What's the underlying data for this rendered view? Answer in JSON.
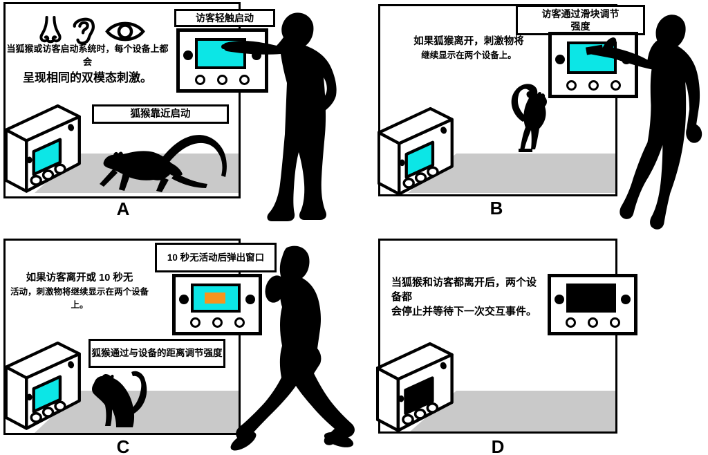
{
  "colors": {
    "screen_on": "#0CE6E6",
    "screen_off": "#000000",
    "popup_orange": "#F7941E",
    "floor_gray": "#C9C9C9",
    "outline": "#000000"
  },
  "panels": {
    "a": {
      "letter": "A",
      "icons": [
        "nose-icon",
        "ear-icon",
        "eye-icon"
      ],
      "caption": {
        "line1": "当狐猴或访客启动系统时，每个设备上都会",
        "line2": "呈现相同的双模态刺激。"
      },
      "wall_label": "访客轻触启动",
      "floor_label": "狐猴靠近启动"
    },
    "b": {
      "letter": "B",
      "caption": {
        "line1": "如果狐猴离开，刺激物将",
        "line2": "继续显示在两个设备上。"
      },
      "wall_label": {
        "line1": "访客通过滑块调节",
        "line2": "强度"
      }
    },
    "c": {
      "letter": "C",
      "caption": {
        "line1": "如果访客离开或 10 秒无",
        "line2": "活动，刺激物将继续显示在两个设备上。"
      },
      "wall_label": "10 秒无活动后弹出窗口",
      "floor_label": "狐猴通过与设备的距离调节强度"
    },
    "d": {
      "letter": "D",
      "caption": {
        "line1": "当狐猴和访客都离开后，两个设备都",
        "line2": "会停止并等待下一次交互事件。"
      }
    }
  }
}
